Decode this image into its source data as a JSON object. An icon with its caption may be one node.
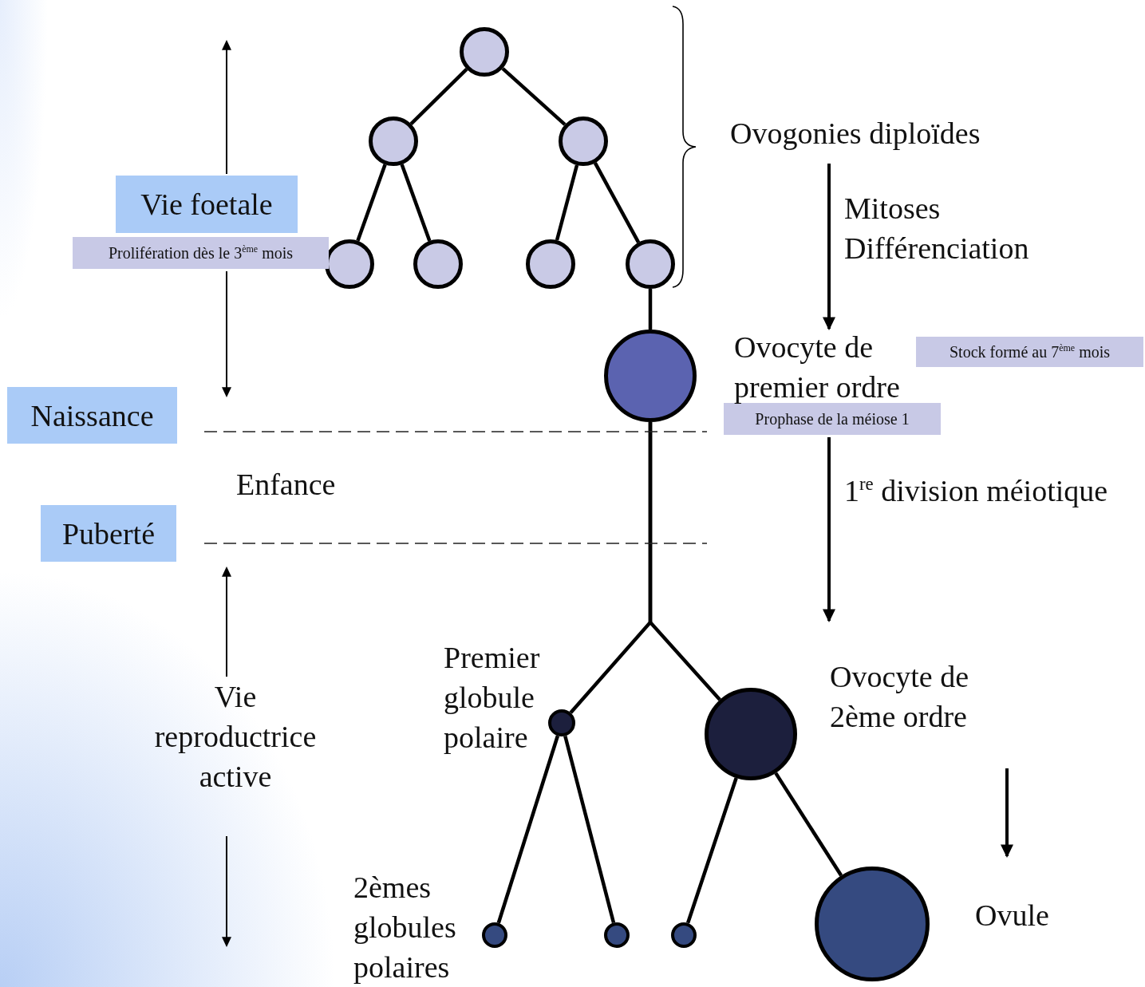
{
  "diagram": {
    "nodes": [
      {
        "text": [],
        "shape": "circle"
      },
      {
        "text": [],
        "shape": "circle"
      },
      {
        "text": [],
        "shape": "circle"
      },
      {
        "text": [],
        "shape": "circle"
      },
      {
        "text": [],
        "shape": "circle"
      },
      {
        "text": [],
        "shape": "circle"
      },
      {
        "text": [],
        "shape": "circle"
      },
      {
        "text": [],
        "shape": "circle"
      },
      {
        "text": [],
        "shape": "circle"
      },
      {
        "text": [],
        "shape": "circle"
      },
      {
        "text": [],
        "shape": "circle"
      },
      {
        "text": [],
        "shape": "circle"
      },
      {
        "text": [],
        "shape": "circle"
      },
      {
        "text": [],
        "shape": "circle"
      },
      {
        "text": [
          "Vie foetale"
        ]
      },
      {
        "text": [
          "Prolifération dès le 3$^{ème}$ mois"
        ]
      },
      {
        "text": [
          "Stock formé au 7$^{ème}$ mois"
        ]
      },
      {
        "text": [
          "Naissance"
        ]
      },
      {
        "text": [
          "Prophase de la méiose 1"
        ]
      },
      {
        "text": [
          "Puberté"
        ]
      }
    ],
    "edges": [
      {
        "from": 0,
        "to": 1,
        "arrow": "none"
      },
      {
        "from": 0,
        "to": 2,
        "arrow": "none"
      },
      {
        "from": 1,
        "to": 3,
        "arrow": "none"
      },
      {
        "from": 1,
        "to": 4,
        "arrow": "none"
      },
      {
        "from": 2,
        "to": 5,
        "arrow": "none"
      },
      {
        "from": 2,
        "to": 6,
        "arrow": "none"
      },
      {
        "from": 6,
        "to": 7,
        "arrow": "none"
      },
      {
        "from": 7,
        "to": 8,
        "arrow": "none"
      },
      {
        "from": 7,
        "to": 9,
        "arrow": "none"
      },
      {
        "from": 8,
        "to": 10,
        "arrow": "none"
      },
      {
        "from": 8,
        "to": 11,
        "arrow": "none"
      },
      {
        "from": 9,
        "to": 12,
        "arrow": "none"
      },
      {
        "from": 9,
        "to": 13,
        "arrow": "none"
      }
    ],
    "labels": [
      "Ovogonies diploïdes",
      "Mitoses Différenciation",
      "Ovocyte de premier ordre",
      "Enfance",
      "1$^{re}$ division méiotique",
      "Premier globule polaire",
      "Vie reproductrice active",
      "Ovocyte de 2ème ordre",
      "2èmes globules polaires",
      "Ovule"
    ]
  }
}
